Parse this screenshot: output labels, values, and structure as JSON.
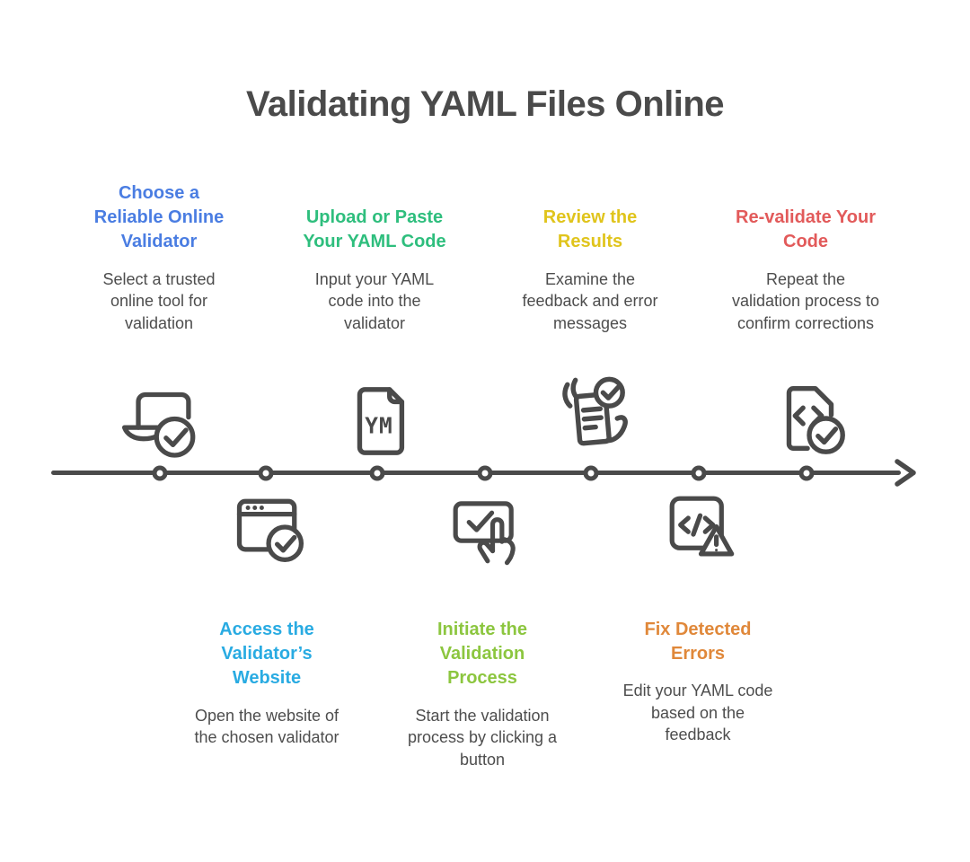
{
  "title": "Validating YAML Files Online",
  "title_color": "#4a4a4a",
  "body_text_color": "#4d4d4d",
  "icon_stroke_color": "#4a4a4a",
  "timeline": {
    "node_count": 7,
    "direction": "right",
    "color": "#4a4a4a"
  },
  "steps": [
    {
      "title": "Choose a Reliable Online Validator",
      "description": "Select a trusted online tool for validation",
      "color": "#4a7de2",
      "position": "top",
      "icon": "laptop-check"
    },
    {
      "title": "Access the Validator’s Website",
      "description": "Open the website of the chosen validator",
      "color": "#29abe2",
      "position": "bottom",
      "icon": "browser-check"
    },
    {
      "title": "Upload or Paste Your YAML Code",
      "description": "Input your YAML code into the validator",
      "color": "#2ebe7d",
      "position": "top",
      "icon": "yaml-file"
    },
    {
      "title": "Initiate the Validation Process",
      "description": "Start the validation process by clicking a button",
      "color": "#8cc63f",
      "position": "bottom",
      "icon": "tap-check"
    },
    {
      "title": "Review the Results",
      "description": "Examine the feedback and error messages",
      "color": "#e0c41c",
      "position": "top",
      "icon": "checklist-hands"
    },
    {
      "title": "Fix Detected Errors",
      "description": "Edit your YAML code based on the feedback",
      "color": "#e0883a",
      "position": "bottom",
      "icon": "code-warning"
    },
    {
      "title": "Re-validate Your Code",
      "description": "Repeat the validation process to confirm corrections",
      "color": "#e25a5a",
      "position": "top",
      "icon": "code-file-check"
    }
  ]
}
